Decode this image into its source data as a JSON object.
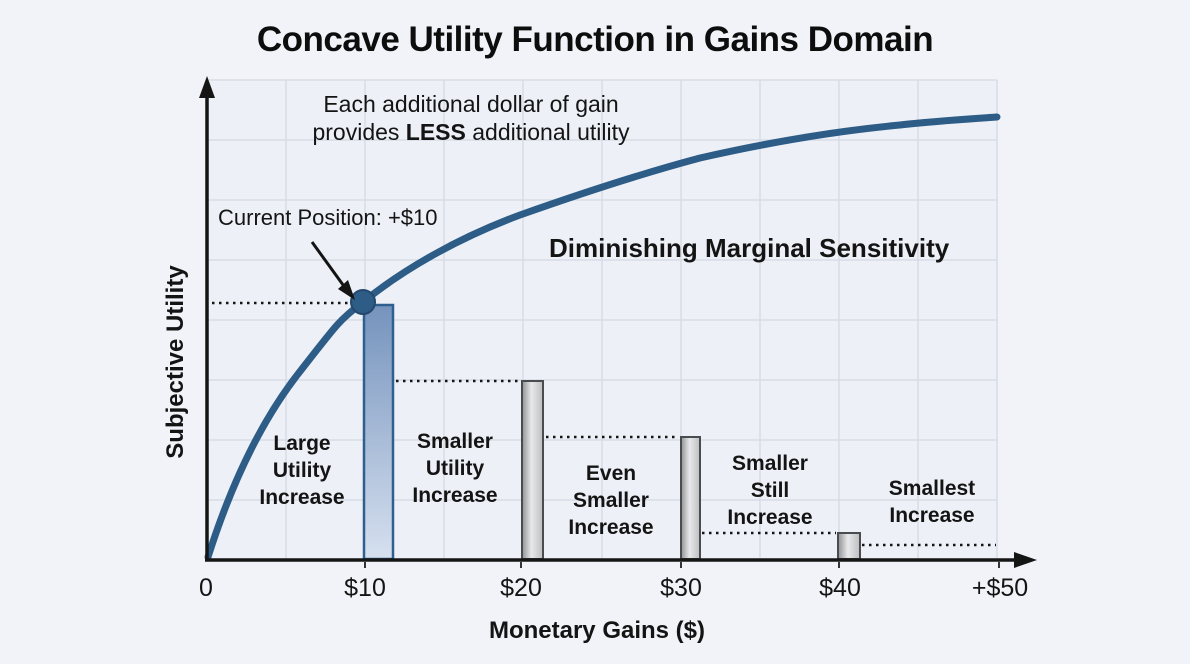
{
  "title": "Concave Utility Function in Gains Domain",
  "notes": {
    "top_line1": "Each additional dollar of gain",
    "top_line2_pre": "provides ",
    "top_line2_bold": "LESS",
    "top_line2_post": " additional utility",
    "current_position": "Current Position: +$10",
    "diminishing": "Diminishing Marginal Sensitivity"
  },
  "axes": {
    "y_label": "Subjective Utility",
    "x_label": "Monetary Gains ($)",
    "x_ticks": [
      "0",
      "$10",
      "$20",
      "$30",
      "$40",
      "+$50"
    ]
  },
  "region_labels": [
    "Large\nUtility\nIncrease",
    "Smaller\nUtility\nIncrease",
    "Even\nSmaller\nIncrease",
    "Smaller\nStill\nIncrease",
    "Smallest\nIncrease"
  ],
  "colors": {
    "curve_blue": "#2d5c87",
    "blue_bar_top": "#7593bd",
    "blue_bar_bottom": "#d6e0ef",
    "gray_bar_dark": "#8f9194",
    "gray_bar_light": "#e8e9ea",
    "background": "#f1f3f8",
    "grid": "#d8dce5",
    "text": "#111111"
  },
  "chart_data": {
    "type": "line+bar",
    "title": "Concave Utility Function in Gains Domain",
    "xlabel": "Monetary Gains ($)",
    "ylabel": "Subjective Utility",
    "x_tick_labels": [
      "0",
      "$10",
      "$20",
      "$30",
      "$40",
      "+$50"
    ],
    "x_range": [
      0,
      52
    ],
    "ylim_normalized": [
      0,
      1
    ],
    "grid": true,
    "curve": {
      "name": "concave subjective-utility curve",
      "x": [
        0,
        2,
        5,
        10,
        15,
        20,
        25,
        30,
        35,
        40,
        45,
        50
      ],
      "y": [
        0,
        0.17,
        0.33,
        0.54,
        0.64,
        0.72,
        0.78,
        0.82,
        0.85,
        0.88,
        0.9,
        0.92
      ]
    },
    "marker": {
      "x": 10,
      "y": 0.54,
      "label": "Current Position: +$10"
    },
    "bars": [
      {
        "x": 10,
        "height": 0.53,
        "style": "blue-gradient",
        "region_label": "Large Utility Increase"
      },
      {
        "x": 20,
        "height": 0.37,
        "style": "gray-gradient",
        "region_label": "Smaller Utility Increase"
      },
      {
        "x": 30,
        "height": 0.26,
        "style": "gray-gradient",
        "region_label": "Even Smaller Increase"
      },
      {
        "x": 40,
        "height": 0.06,
        "style": "gray-gradient",
        "region_label": "Smaller Still Increase"
      }
    ],
    "dotted_guide_levels": [
      0.54,
      0.37,
      0.26,
      0.06,
      0.03
    ],
    "last_region_label": "Smallest Increase",
    "annotations": [
      "Each additional dollar of gain provides LESS additional utility",
      "Diminishing Marginal Sensitivity"
    ],
    "legend": "none"
  }
}
